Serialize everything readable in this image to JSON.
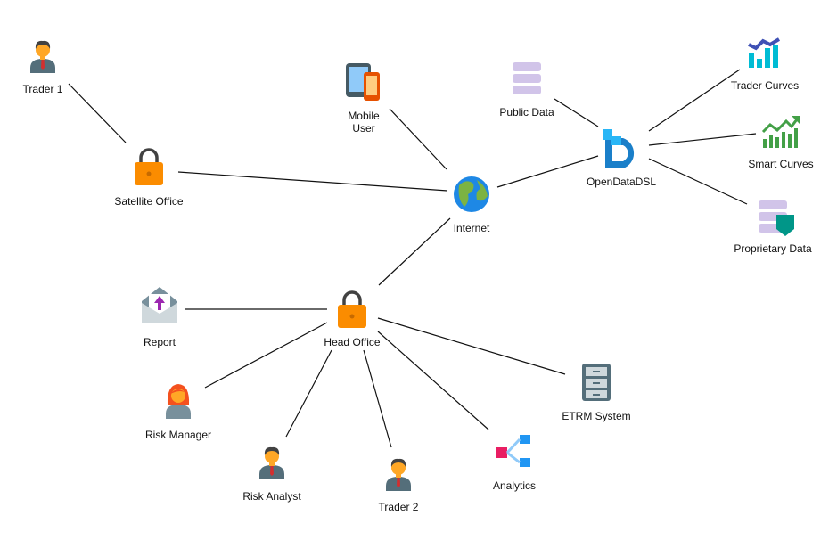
{
  "nodes": {
    "trader1": {
      "label": "Trader 1",
      "icon": "businessman-icon"
    },
    "satellite": {
      "label": "Satellite Office",
      "icon": "lock-icon"
    },
    "mobile": {
      "label": "Mobile",
      "label2": "User",
      "icon": "mobile-devices-icon"
    },
    "internet": {
      "label": "Internet",
      "icon": "globe-icon"
    },
    "public": {
      "label": "Public Data",
      "icon": "database-icon"
    },
    "odsl": {
      "label": "OpenDataDSL",
      "icon": "opendatadsl-logo-icon"
    },
    "tradercurves": {
      "label": "Trader Curves",
      "icon": "line-bar-chart-icon"
    },
    "smartcurves": {
      "label": "Smart Curves",
      "icon": "trending-up-chart-icon"
    },
    "proprietary": {
      "label": "Proprietary Data",
      "icon": "secure-database-icon"
    },
    "report": {
      "label": "Report",
      "icon": "envelope-upload-icon"
    },
    "headoffice": {
      "label": "Head Office",
      "icon": "lock-icon"
    },
    "riskmanager": {
      "label": "Risk Manager",
      "icon": "businesswoman-icon"
    },
    "riskanalyst": {
      "label": "Risk Analyst",
      "icon": "businessman-icon"
    },
    "trader2": {
      "label": "Trader 2",
      "icon": "businessman-icon"
    },
    "analytics": {
      "label": "Analytics",
      "icon": "hierarchy-icon"
    },
    "etrm": {
      "label": "ETRM System",
      "icon": "filing-cabinet-icon"
    }
  },
  "edges": [
    [
      "trader1",
      "satellite"
    ],
    [
      "satellite",
      "internet"
    ],
    [
      "mobile",
      "internet"
    ],
    [
      "public",
      "odsl"
    ],
    [
      "internet",
      "odsl"
    ],
    [
      "internet",
      "headoffice"
    ],
    [
      "odsl",
      "tradercurves"
    ],
    [
      "odsl",
      "smartcurves"
    ],
    [
      "odsl",
      "proprietary"
    ],
    [
      "report",
      "headoffice"
    ],
    [
      "headoffice",
      "riskmanager"
    ],
    [
      "headoffice",
      "riskanalyst"
    ],
    [
      "headoffice",
      "trader2"
    ],
    [
      "headoffice",
      "analytics"
    ],
    [
      "headoffice",
      "etrm"
    ]
  ],
  "colors": {
    "lock": "#fb8c00",
    "odsl": "#1a7fc9",
    "cyan": "#00bcd4",
    "green": "#43a047",
    "lavender": "#d1c4e9",
    "teal": "#009688"
  }
}
